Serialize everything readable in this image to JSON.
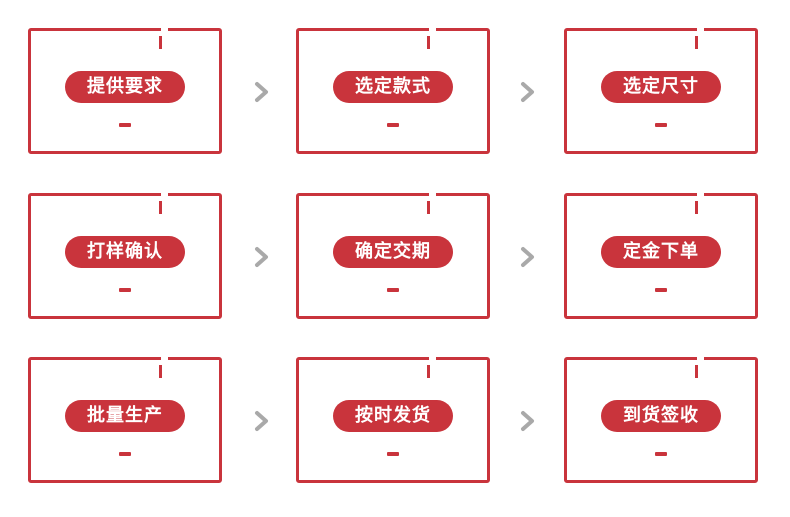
{
  "steps": [
    {
      "label": "提供要求"
    },
    {
      "label": "选定款式"
    },
    {
      "label": "选定尺寸"
    },
    {
      "label": "打样确认"
    },
    {
      "label": "确定交期"
    },
    {
      "label": "定金下单"
    },
    {
      "label": "批量生产"
    },
    {
      "label": "按时发货"
    },
    {
      "label": "到货签收"
    }
  ],
  "colors": {
    "accent": "#c9343c",
    "arrow": "#a9a9a9"
  },
  "icons": {
    "connector": "chevron-right-icon"
  }
}
